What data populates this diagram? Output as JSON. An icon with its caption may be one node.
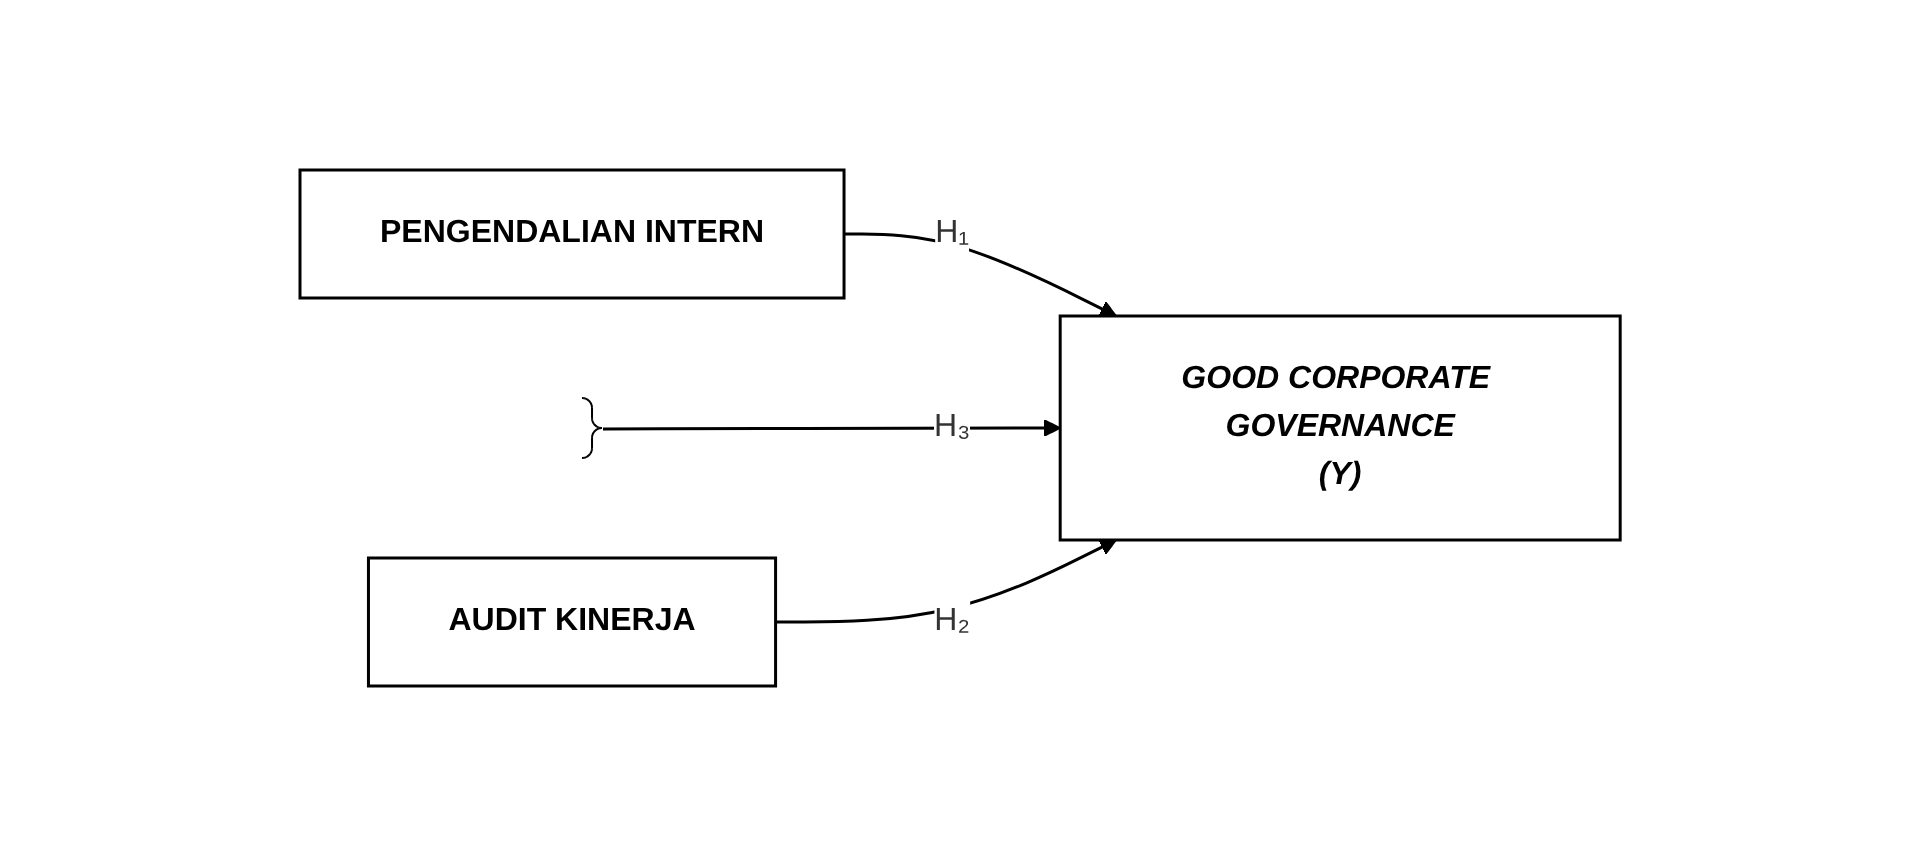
{
  "diagram": {
    "nodes": [
      {
        "text": [
          "PENGENDALIAN INTERN"
        ]
      },
      {
        "text": [],
        "shape": "bracket"
      },
      {
        "text": [
          "GOOD CORPORATE GOVERNANCE",
          "(Y)"
        ]
      },
      {
        "text": [
          "AUDIT KINERJA"
        ]
      }
    ],
    "edges": [
      {
        "from": 0,
        "to": 2,
        "arrow": "to",
        "label": "H₁"
      },
      {
        "from": 1,
        "to": 2,
        "arrow": "to",
        "label": "H₃"
      },
      {
        "from": 3,
        "to": 2,
        "arrow": "to",
        "label": "H₂"
      }
    ]
  }
}
